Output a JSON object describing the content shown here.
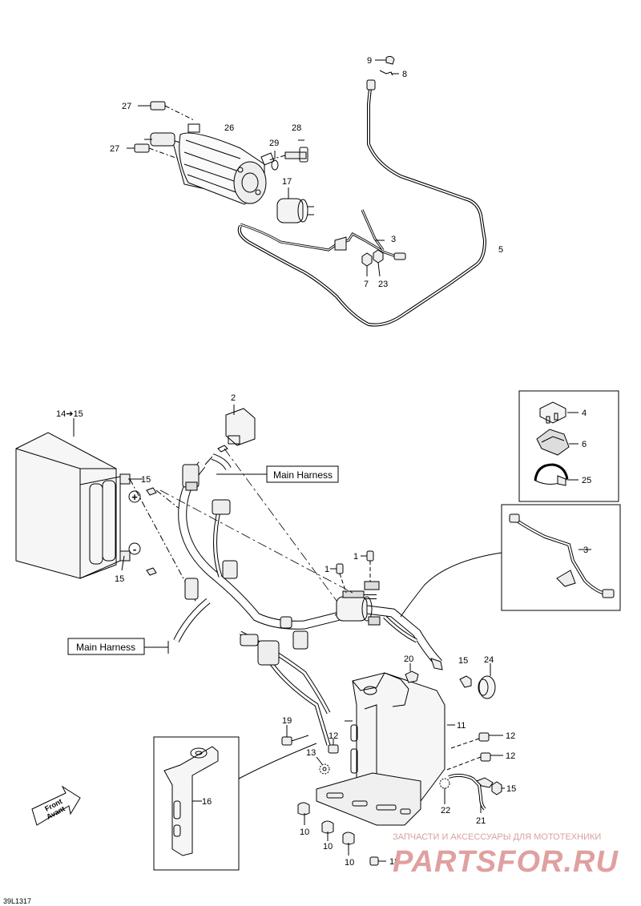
{
  "callouts": [
    "1",
    "1",
    "2",
    "3",
    "3",
    "4",
    "5",
    "6",
    "7",
    "8",
    "9",
    "10",
    "10",
    "10",
    "11",
    "12",
    "12",
    "12",
    "13",
    "14➔15",
    "15",
    "15",
    "15",
    "15",
    "16",
    "17",
    "18",
    "19",
    "20",
    "21",
    "22",
    "23",
    "24",
    "25",
    "26",
    "27",
    "27",
    "28",
    "29"
  ],
  "labels": {
    "main_harness_top": "Main Harness",
    "main_harness_left": "Main Harness",
    "plus": "+",
    "minus": "-",
    "front_1": "Front",
    "front_2": "Avant"
  },
  "drawing_code": "39L1317",
  "watermark": {
    "line1": "ЗАПЧАСТИ И АКСЕССУАРЫ ДЛЯ МОТОТЕХНИКИ",
    "line2": "PARTSFOR.RU"
  }
}
